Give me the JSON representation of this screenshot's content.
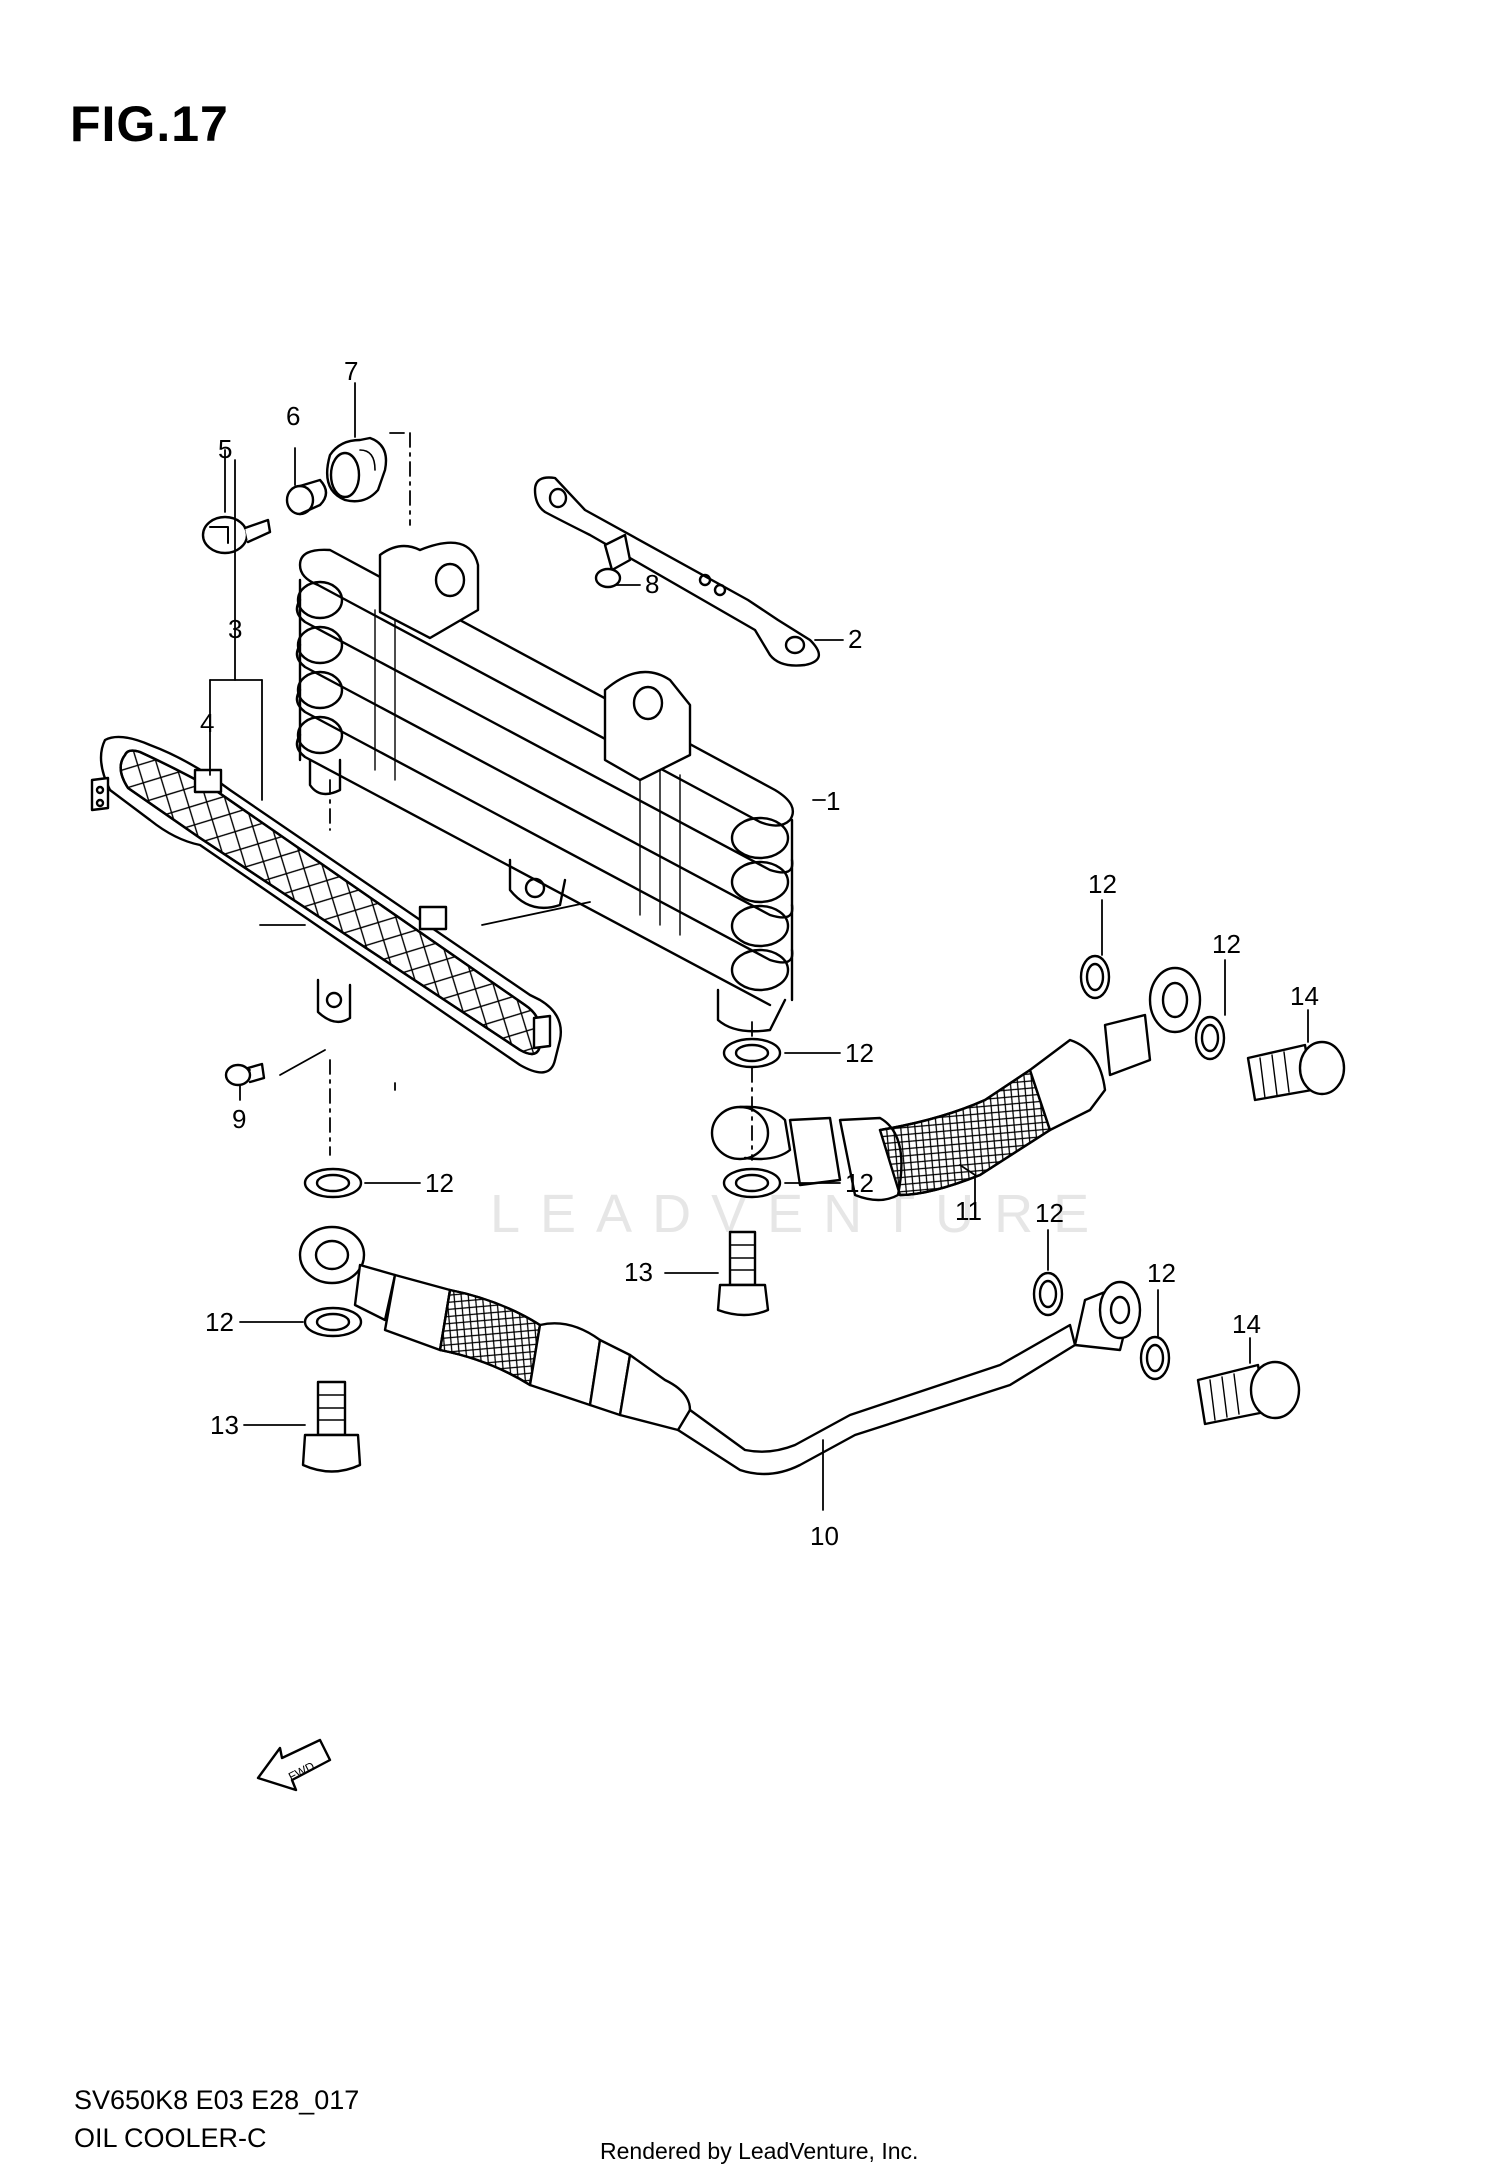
{
  "figure": {
    "title": "FIG.17",
    "model_code": "SV650K8 E03 E28_017",
    "section_name": "OIL COOLER-C",
    "rendered_by": "Rendered by LeadVenture, Inc.",
    "watermark": "LEADVENTURE",
    "fwd_marker": "FWD"
  },
  "callouts": {
    "c1": "1",
    "c2": "2",
    "c3": "3",
    "c4": "4",
    "c5": "5",
    "c6": "6",
    "c7": "7",
    "c8": "8",
    "c9": "9",
    "c10": "10",
    "c11": "11",
    "c12a": "12",
    "c12b": "12",
    "c12c": "12",
    "c12d": "12",
    "c12e": "12",
    "c12f": "12",
    "c12g": "12",
    "c12h": "12",
    "c13a": "13",
    "c13b": "13",
    "c14a": "14",
    "c14b": "14"
  },
  "colors": {
    "line": "#000000",
    "watermark": "#e6e6e6",
    "background": "#ffffff"
  }
}
